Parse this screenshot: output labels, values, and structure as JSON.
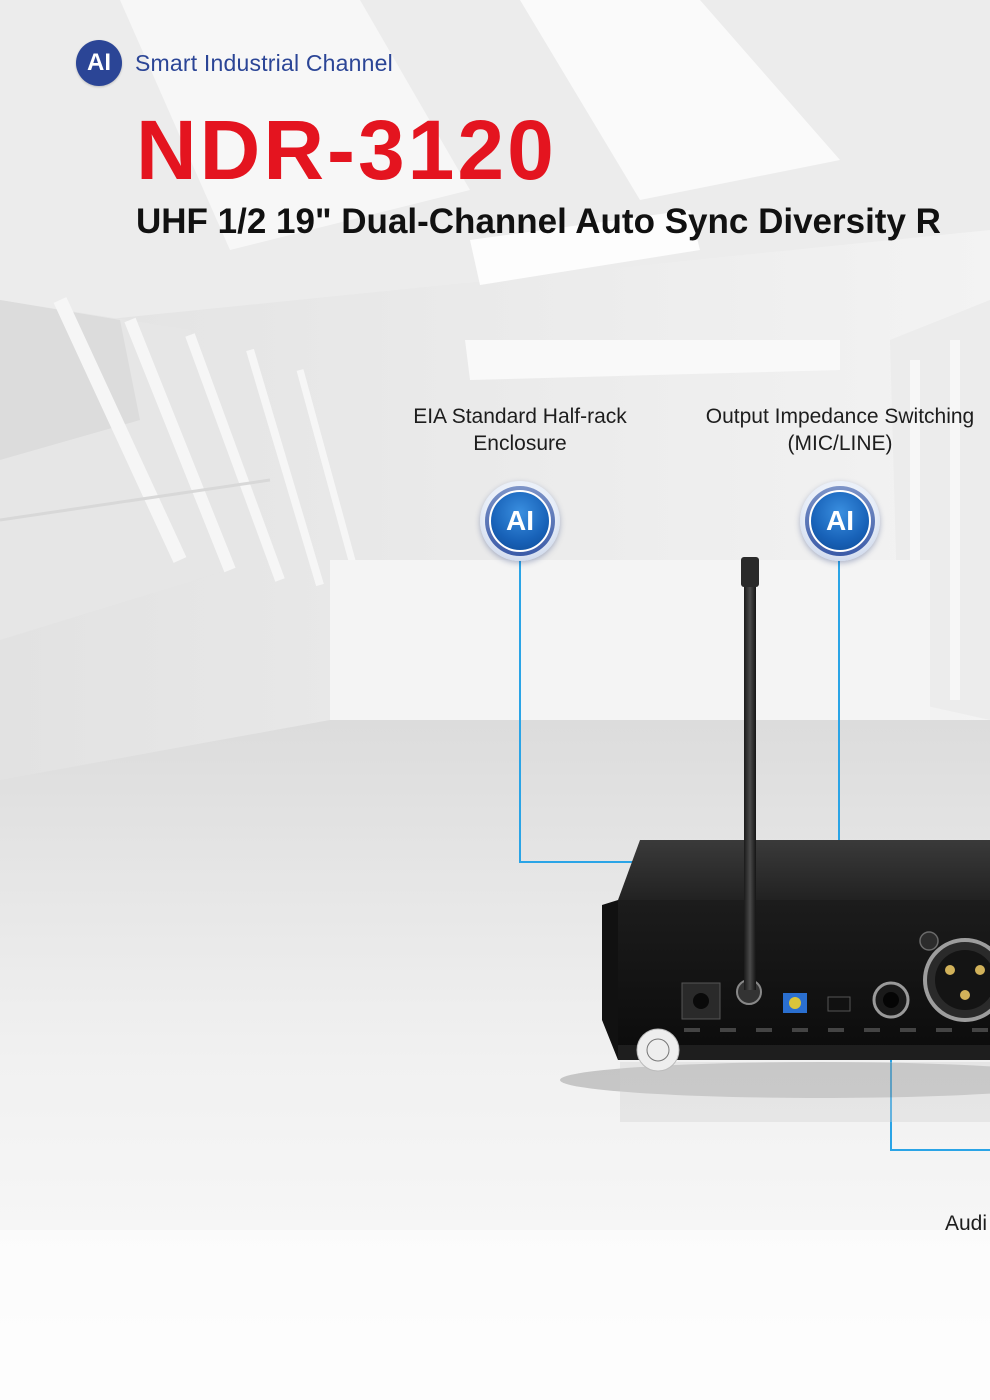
{
  "brand": {
    "badge": "AI",
    "name": "Smart Industrial Channel"
  },
  "model": "NDR-3120",
  "subtitle": "UHF 1/2 19\" Dual-Channel Auto Sync Diversity R",
  "callouts": [
    {
      "line1": "EIA Standard Half-rack",
      "line2": "Enclosure",
      "badge": "AI"
    },
    {
      "line1": "Output Impedance Switching",
      "line2": "(MIC/LINE)",
      "badge": "AI"
    },
    {
      "line1": "Audi"
    }
  ],
  "colors": {
    "brand_blue": "#2b4596",
    "model_red": "#e4141f",
    "callout_line": "#2aa4e6"
  },
  "icons": {
    "device": "wireless-receiver-rear-panel",
    "antenna": "antenna"
  }
}
